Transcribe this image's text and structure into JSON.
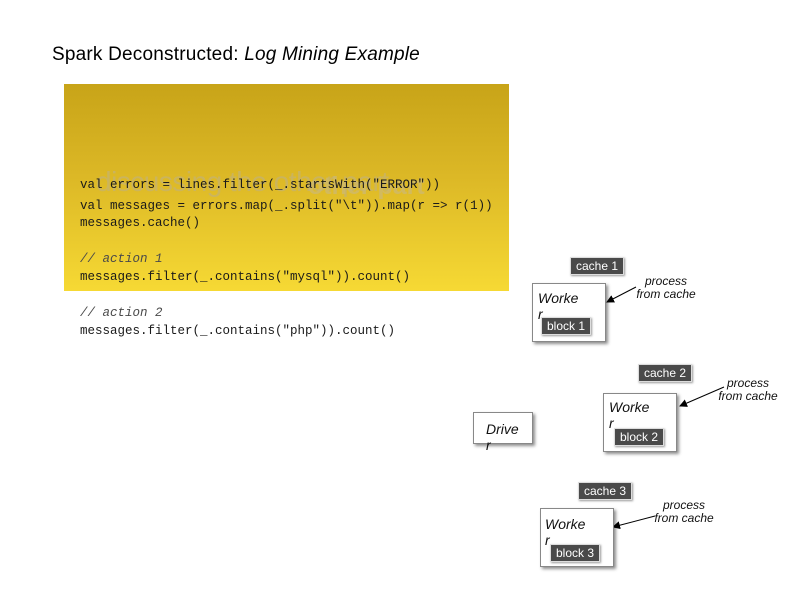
{
  "title": {
    "bold": "Spark Deconstructed:",
    "italic": "Log Mining Example"
  },
  "overlay": {
    "heading_main": "discussing the other part",
    "heading_faded": "other part"
  },
  "code": {
    "line1": "val errors = lines.filter(_.startsWith(\"ERROR\"))",
    "line2": "val messages = errors.map(_.split(\"\\t\")).map(r => r(1))",
    "line3": "messages.cache()",
    "comment1": "// action 1",
    "action1": "messages.filter(_.contains(\"mysql\")).count()",
    "comment2": "// action 2",
    "action2": "messages.filter(_.contains(\"php\")).count()"
  },
  "driver": {
    "label": "Drive\nr"
  },
  "workers": [
    {
      "label": "Worke\nr",
      "block": "block 1",
      "cache": "cache 1",
      "note": "process\nfrom cache"
    },
    {
      "label": "Worke\nr",
      "block": "block 2",
      "cache": "cache 2",
      "note": "process\nfrom cache"
    },
    {
      "label": "Worke\nr",
      "block": "block 3",
      "cache": "cache 3",
      "note": "process\nfrom cache"
    }
  ]
}
